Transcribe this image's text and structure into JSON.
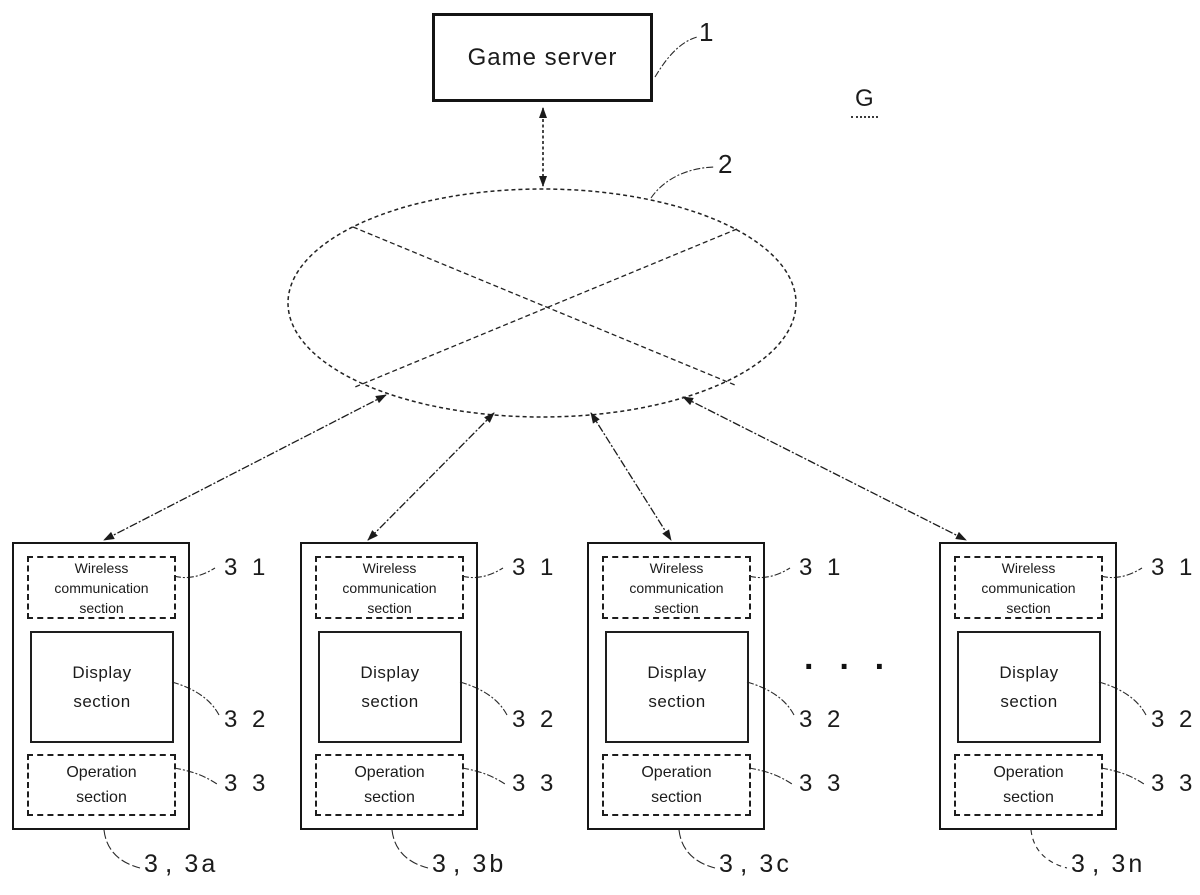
{
  "figure": {
    "diagram_ref": "G",
    "server": {
      "label": "Game server",
      "ref": "1"
    },
    "network_ref": "2",
    "ellipsis": "···",
    "devices": [
      {
        "label": "3、3a",
        "label_num": "3",
        "label_suffix": "3a",
        "wireless": {
          "ref": "3 1",
          "lines": [
            "Wireless",
            "communication",
            "section"
          ]
        },
        "display": {
          "ref": "3 2",
          "lines": [
            "Display",
            "section"
          ]
        },
        "operation": {
          "ref": "3 3",
          "lines": [
            "Operation",
            "section"
          ]
        }
      },
      {
        "label": "3、3b",
        "label_num": "3",
        "label_suffix": "3b",
        "wireless": {
          "ref": "3 1",
          "lines": [
            "Wireless",
            "communication",
            "section"
          ]
        },
        "display": {
          "ref": "3 2",
          "lines": [
            "Display",
            "section"
          ]
        },
        "operation": {
          "ref": "3 3",
          "lines": [
            "Operation",
            "section"
          ]
        }
      },
      {
        "label": "3、3c",
        "label_num": "3",
        "label_suffix": "3c",
        "wireless": {
          "ref": "3 1",
          "lines": [
            "Wireless",
            "communication",
            "section"
          ]
        },
        "display": {
          "ref": "3 2",
          "lines": [
            "Display",
            "section"
          ]
        },
        "operation": {
          "ref": "3 3",
          "lines": [
            "Operation",
            "section"
          ]
        }
      },
      {
        "label": "3、3n",
        "label_num": "3",
        "label_suffix": "3n",
        "wireless": {
          "ref": "3 1",
          "lines": [
            "Wireless",
            "communication",
            "section"
          ]
        },
        "display": {
          "ref": "3 2",
          "lines": [
            "Display",
            "section"
          ]
        },
        "operation": {
          "ref": "3 3",
          "lines": [
            "Operation",
            "section"
          ]
        }
      }
    ]
  }
}
